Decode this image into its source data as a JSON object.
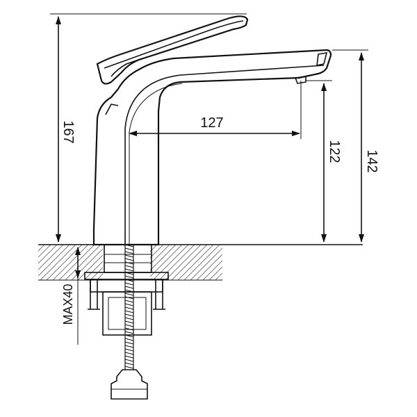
{
  "drawing": {
    "subject": "",
    "dimensions": {
      "total_height": "167",
      "spout_reach": "127",
      "spout_clearance": "122",
      "spout_height": "142",
      "max_deck_thickness": "MAX40"
    }
  }
}
